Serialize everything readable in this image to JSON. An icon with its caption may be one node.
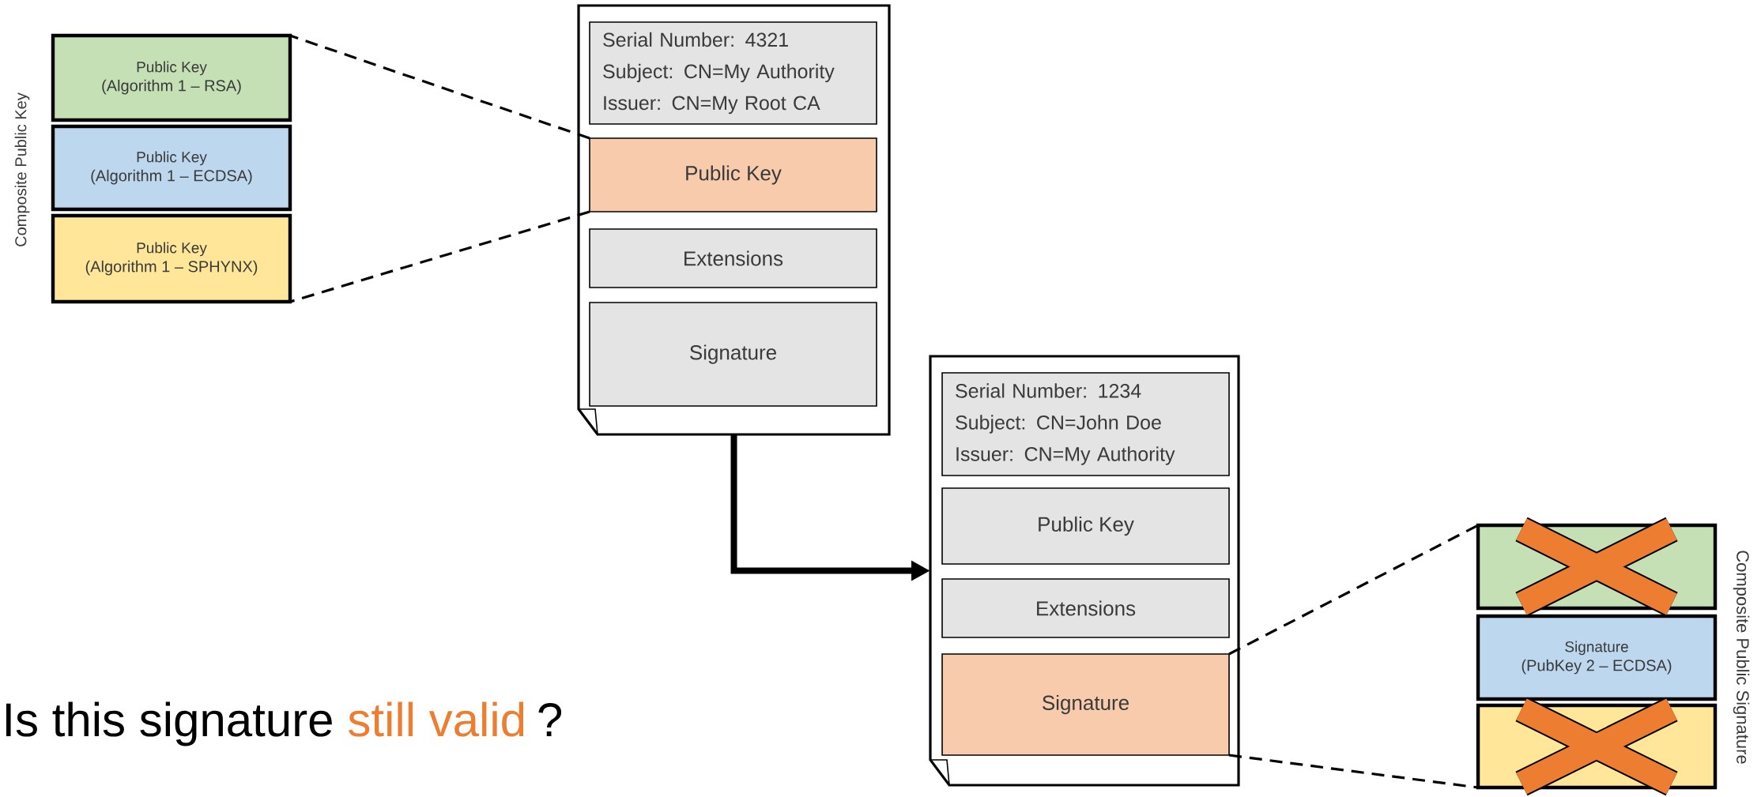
{
  "diagram": {
    "nodes": [
      {
        "text": [],
        "shape": "document"
      },
      {
        "text": [
          "Serial Number: 4321",
          "Subject: CN=My Authority",
          "Issuer: CN=My Root CA"
        ],
        "in": 0
      },
      {
        "text": [
          "Public Key"
        ],
        "in": 0
      },
      {
        "text": [
          "Extensions"
        ],
        "in": 0
      },
      {
        "text": [
          "Signature"
        ],
        "in": 0
      },
      {
        "text": [],
        "shape": "document"
      },
      {
        "text": [
          "Serial Number: 1234",
          "Subject: CN=John Doe",
          "Issuer: CN=My Authority"
        ],
        "in": 5
      },
      {
        "text": [
          "Public Key"
        ],
        "in": 5
      },
      {
        "text": [
          "Extensions"
        ],
        "in": 5
      },
      {
        "text": [
          "Signature"
        ],
        "in": 5
      },
      {
        "text": [
          "Public Key",
          "(Algorithm 1 – RSA)"
        ]
      },
      {
        "text": [
          "Public Key",
          "(Algorithm 1 – ECDSA)"
        ]
      },
      {
        "text": [
          "Public Key",
          "(Algorithm 1 – SPHYNX)"
        ]
      },
      {
        "text": [],
        "shape": "box"
      },
      {
        "text": [
          "Signature",
          "(PubKey 2 – ECDSA)"
        ]
      },
      {
        "text": [],
        "shape": "box"
      }
    ],
    "edges": [
      {
        "from": 0,
        "to": 5,
        "arrow": "to",
        "style": "thick"
      },
      {
        "from": 2,
        "to": 10,
        "arrow": "none",
        "style": "dashed"
      },
      {
        "from": 2,
        "to": 12,
        "arrow": "none",
        "style": "dashed"
      },
      {
        "from": 9,
        "to": 13,
        "arrow": "none",
        "style": "dashed"
      },
      {
        "from": 9,
        "to": 15,
        "arrow": "none",
        "style": "dashed"
      }
    ],
    "labels": [
      "Composite Public Key",
      "Composite Public Signature",
      "Is this signature",
      "still valid",
      "?"
    ]
  }
}
